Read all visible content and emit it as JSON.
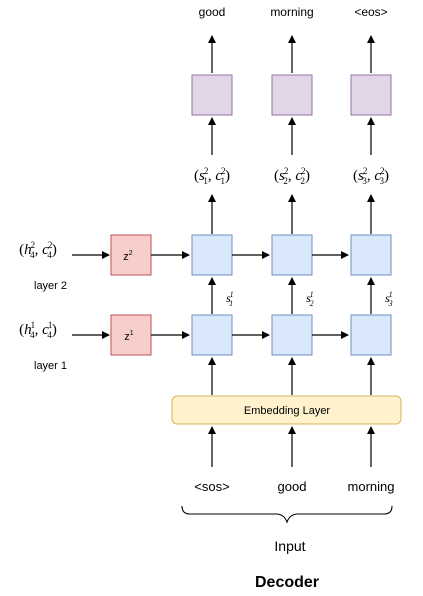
{
  "outputs": [
    "good",
    "morning",
    "<eos>"
  ],
  "inputs": [
    "<sos>",
    "good",
    "morning"
  ],
  "layer2_states": [
    {
      "s": "s",
      "sub": "1",
      "sup": "2",
      "c": "c"
    },
    {
      "s": "s",
      "sub": "2",
      "sup": "2",
      "c": "c"
    },
    {
      "s": "s",
      "sub": "3",
      "sup": "2",
      "c": "c"
    }
  ],
  "layer1_states": [
    {
      "s": "s",
      "sub": "1",
      "sup": "1"
    },
    {
      "s": "s",
      "sub": "2",
      "sup": "1"
    },
    {
      "s": "s",
      "sub": "3",
      "sup": "1"
    }
  ],
  "left_inputs": {
    "layer2": {
      "h": "h",
      "c": "c",
      "sub": "4",
      "sup": "2"
    },
    "layer1": {
      "h": "h",
      "c": "c",
      "sub": "4",
      "sup": "1"
    }
  },
  "z_labels": {
    "layer2": "z",
    "layer2_sup": "2",
    "layer1": "z",
    "layer1_sup": "1"
  },
  "layer_labels": {
    "layer2": "layer 2",
    "layer1": "layer 1"
  },
  "embedding_label": "Embedding Layer",
  "input_label": "Input",
  "title": "Decoder",
  "colors": {
    "output_fill": "#e1d5e7",
    "output_stroke": "#9673a6",
    "cell_fill": "#dae8fc",
    "cell_stroke": "#6c8ebf",
    "z_fill": "#f8cecc",
    "z_stroke": "#b85450",
    "embed_fill": "#fff2cc",
    "embed_stroke": "#d6b656"
  }
}
